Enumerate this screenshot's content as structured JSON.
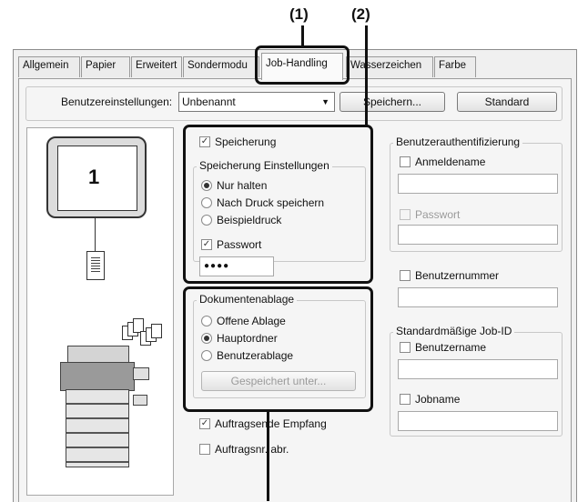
{
  "callouts": {
    "c1": "(1)",
    "c2": "(2)"
  },
  "tabs": [
    {
      "label": "Allgemein"
    },
    {
      "label": "Papier"
    },
    {
      "label": "Erweitert"
    },
    {
      "label": "Sondermodu"
    },
    {
      "label": "Job-Handling"
    },
    {
      "label": "Wasserzeichen"
    },
    {
      "label": "Farbe"
    }
  ],
  "settings": {
    "label": "Benutzereinstellungen:",
    "value": "Unbenannt",
    "save_label": "Speichern...",
    "default_label": "Standard"
  },
  "preview": {
    "page_number": "1"
  },
  "storage": {
    "enable_label": "Speicherung",
    "group_title": "Speicherung Einstellungen",
    "options": [
      "Nur halten",
      "Nach Druck speichern",
      "Beispieldruck"
    ],
    "selected": "Nur halten",
    "password_label": "Passwort",
    "password_value": "●●●●"
  },
  "filing": {
    "group_title": "Dokumentenablage",
    "options": [
      "Offene Ablage",
      "Hauptordner",
      "Benutzerablage"
    ],
    "selected": "Hauptordner",
    "saved_as_label": "Gespeichert unter..."
  },
  "misc": {
    "job_end_label": "Auftragsende Empfang",
    "job_number_label": "Auftragsnr. abr."
  },
  "auth": {
    "group_title": "Benutzerauthentifizierung",
    "login_label": "Anmeldename",
    "password_label": "Passwort",
    "user_number_label": "Benutzernummer"
  },
  "jobid": {
    "group_title": "Standardmäßige Job-ID",
    "username_label": "Benutzername",
    "jobname_label": "Jobname"
  }
}
